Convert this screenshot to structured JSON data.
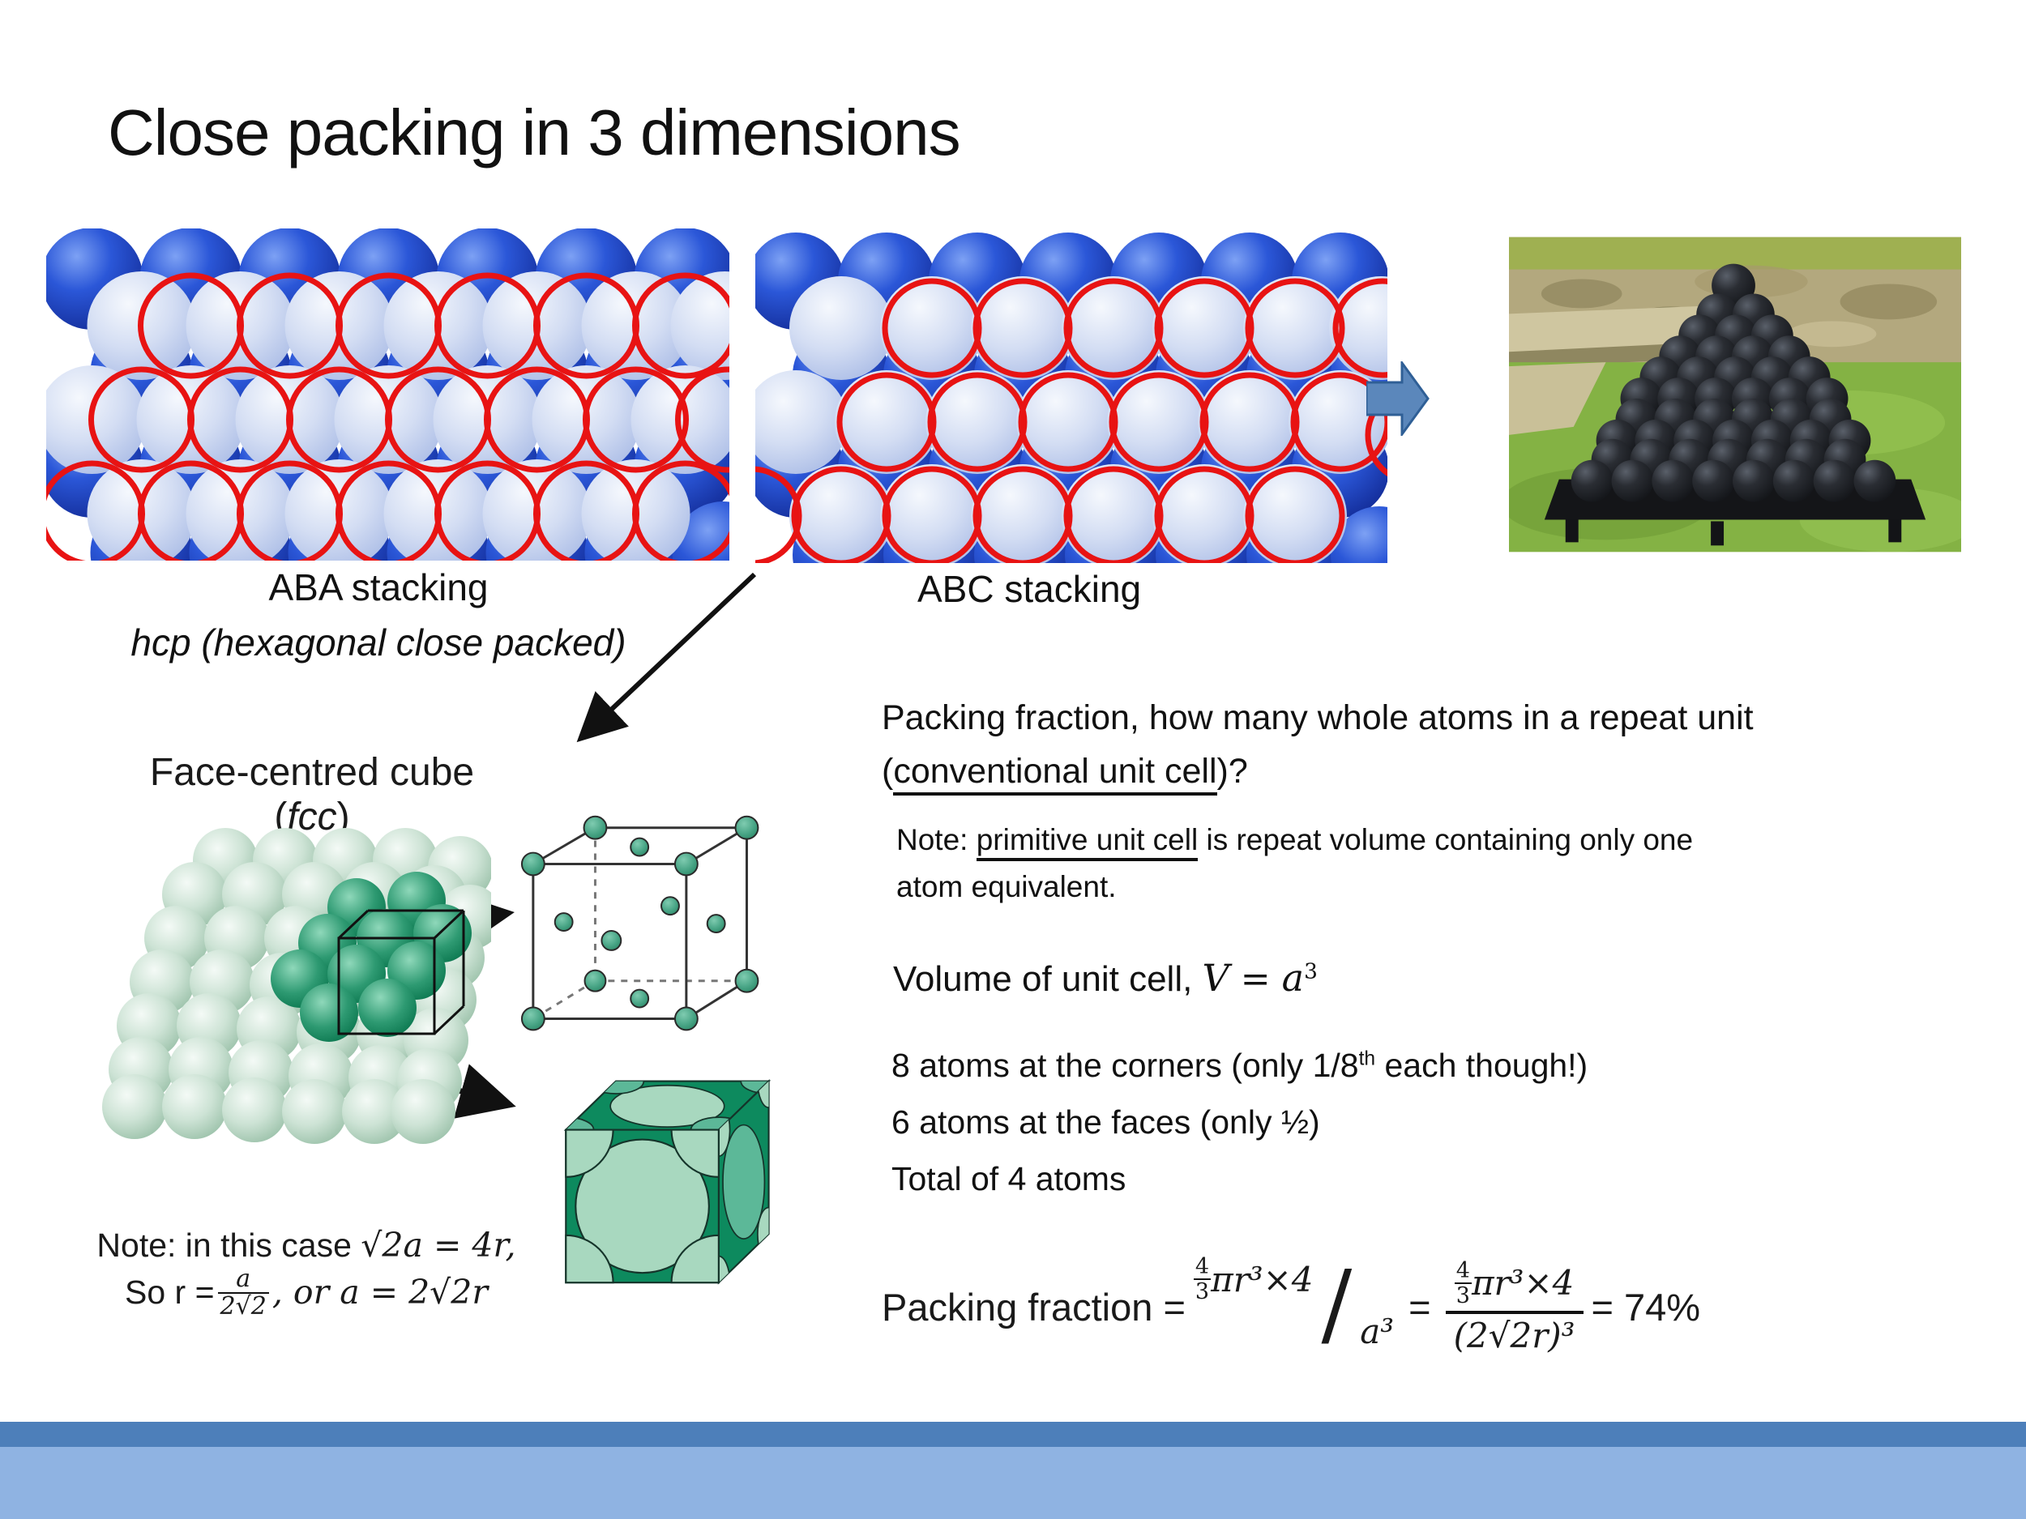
{
  "slide": {
    "title": "Close packing in 3 dimensions"
  },
  "labels": {
    "aba": "ABA stacking",
    "hcp": "hcp (hexagonal close packed)",
    "abc": "ABC stacking",
    "fcc_pre": "Face-centred cube (",
    "fcc_italic": "fcc",
    "fcc_post": ")"
  },
  "packing_question": {
    "line1": "Packing fraction, how many whole atoms in a repeat unit",
    "line2_pre": "(",
    "line2_underlined": "conventional unit cell",
    "line2_post": ")?"
  },
  "note_primitive": {
    "pre": "Note: ",
    "underlined": "primitive unit cell",
    "post": " is repeat volume containing only one",
    "line2": "atom equivalent."
  },
  "volume_line": {
    "pre": "Volume of unit cell, ",
    "v": "V",
    "eq": " = ",
    "a": "a",
    "sup": "3"
  },
  "atoms": {
    "corners_pre": "8 atoms at the corners (only 1/8",
    "corners_sup": "th",
    "corners_post": " each though!)",
    "faces": "6 atoms at the faces (only ½)",
    "total": "Total of 4 atoms"
  },
  "packing_eq": {
    "label": "Packing fraction =",
    "frac1_num": "4",
    "frac1_den": "3",
    "num1": "πr³×4",
    "slash": "/",
    "den1": "a³",
    "equals2": "=",
    "frac2_num": "4",
    "frac2_den": "3",
    "num2": "πr³×4",
    "den2": "(2√2r)³",
    "result": "= 74%"
  },
  "note_fcc": {
    "line1_pre": "Note: in this case ",
    "line1_math": "√2a = 4r,",
    "line2_pre": "So r = ",
    "frac_num": "a",
    "frac_den": "2√2",
    "line2_post": ", or  a = 2√2r"
  },
  "icons": {
    "block_arrow": "right-block-arrow"
  },
  "colors": {
    "highlight_red": "#e81313",
    "sphere_blue_dark": "#2b57d8",
    "sphere_blue_light": "#c2d0ee",
    "sphere_green_light": "#b9d8c4",
    "sphere_green_dark": "#128a60",
    "arrow_blue_fill": "#5b87bb",
    "arrow_blue_stroke": "#2f5f96",
    "footer_dark_blue": "#4d7fba",
    "footer_light_blue": "#8fb3e2"
  }
}
